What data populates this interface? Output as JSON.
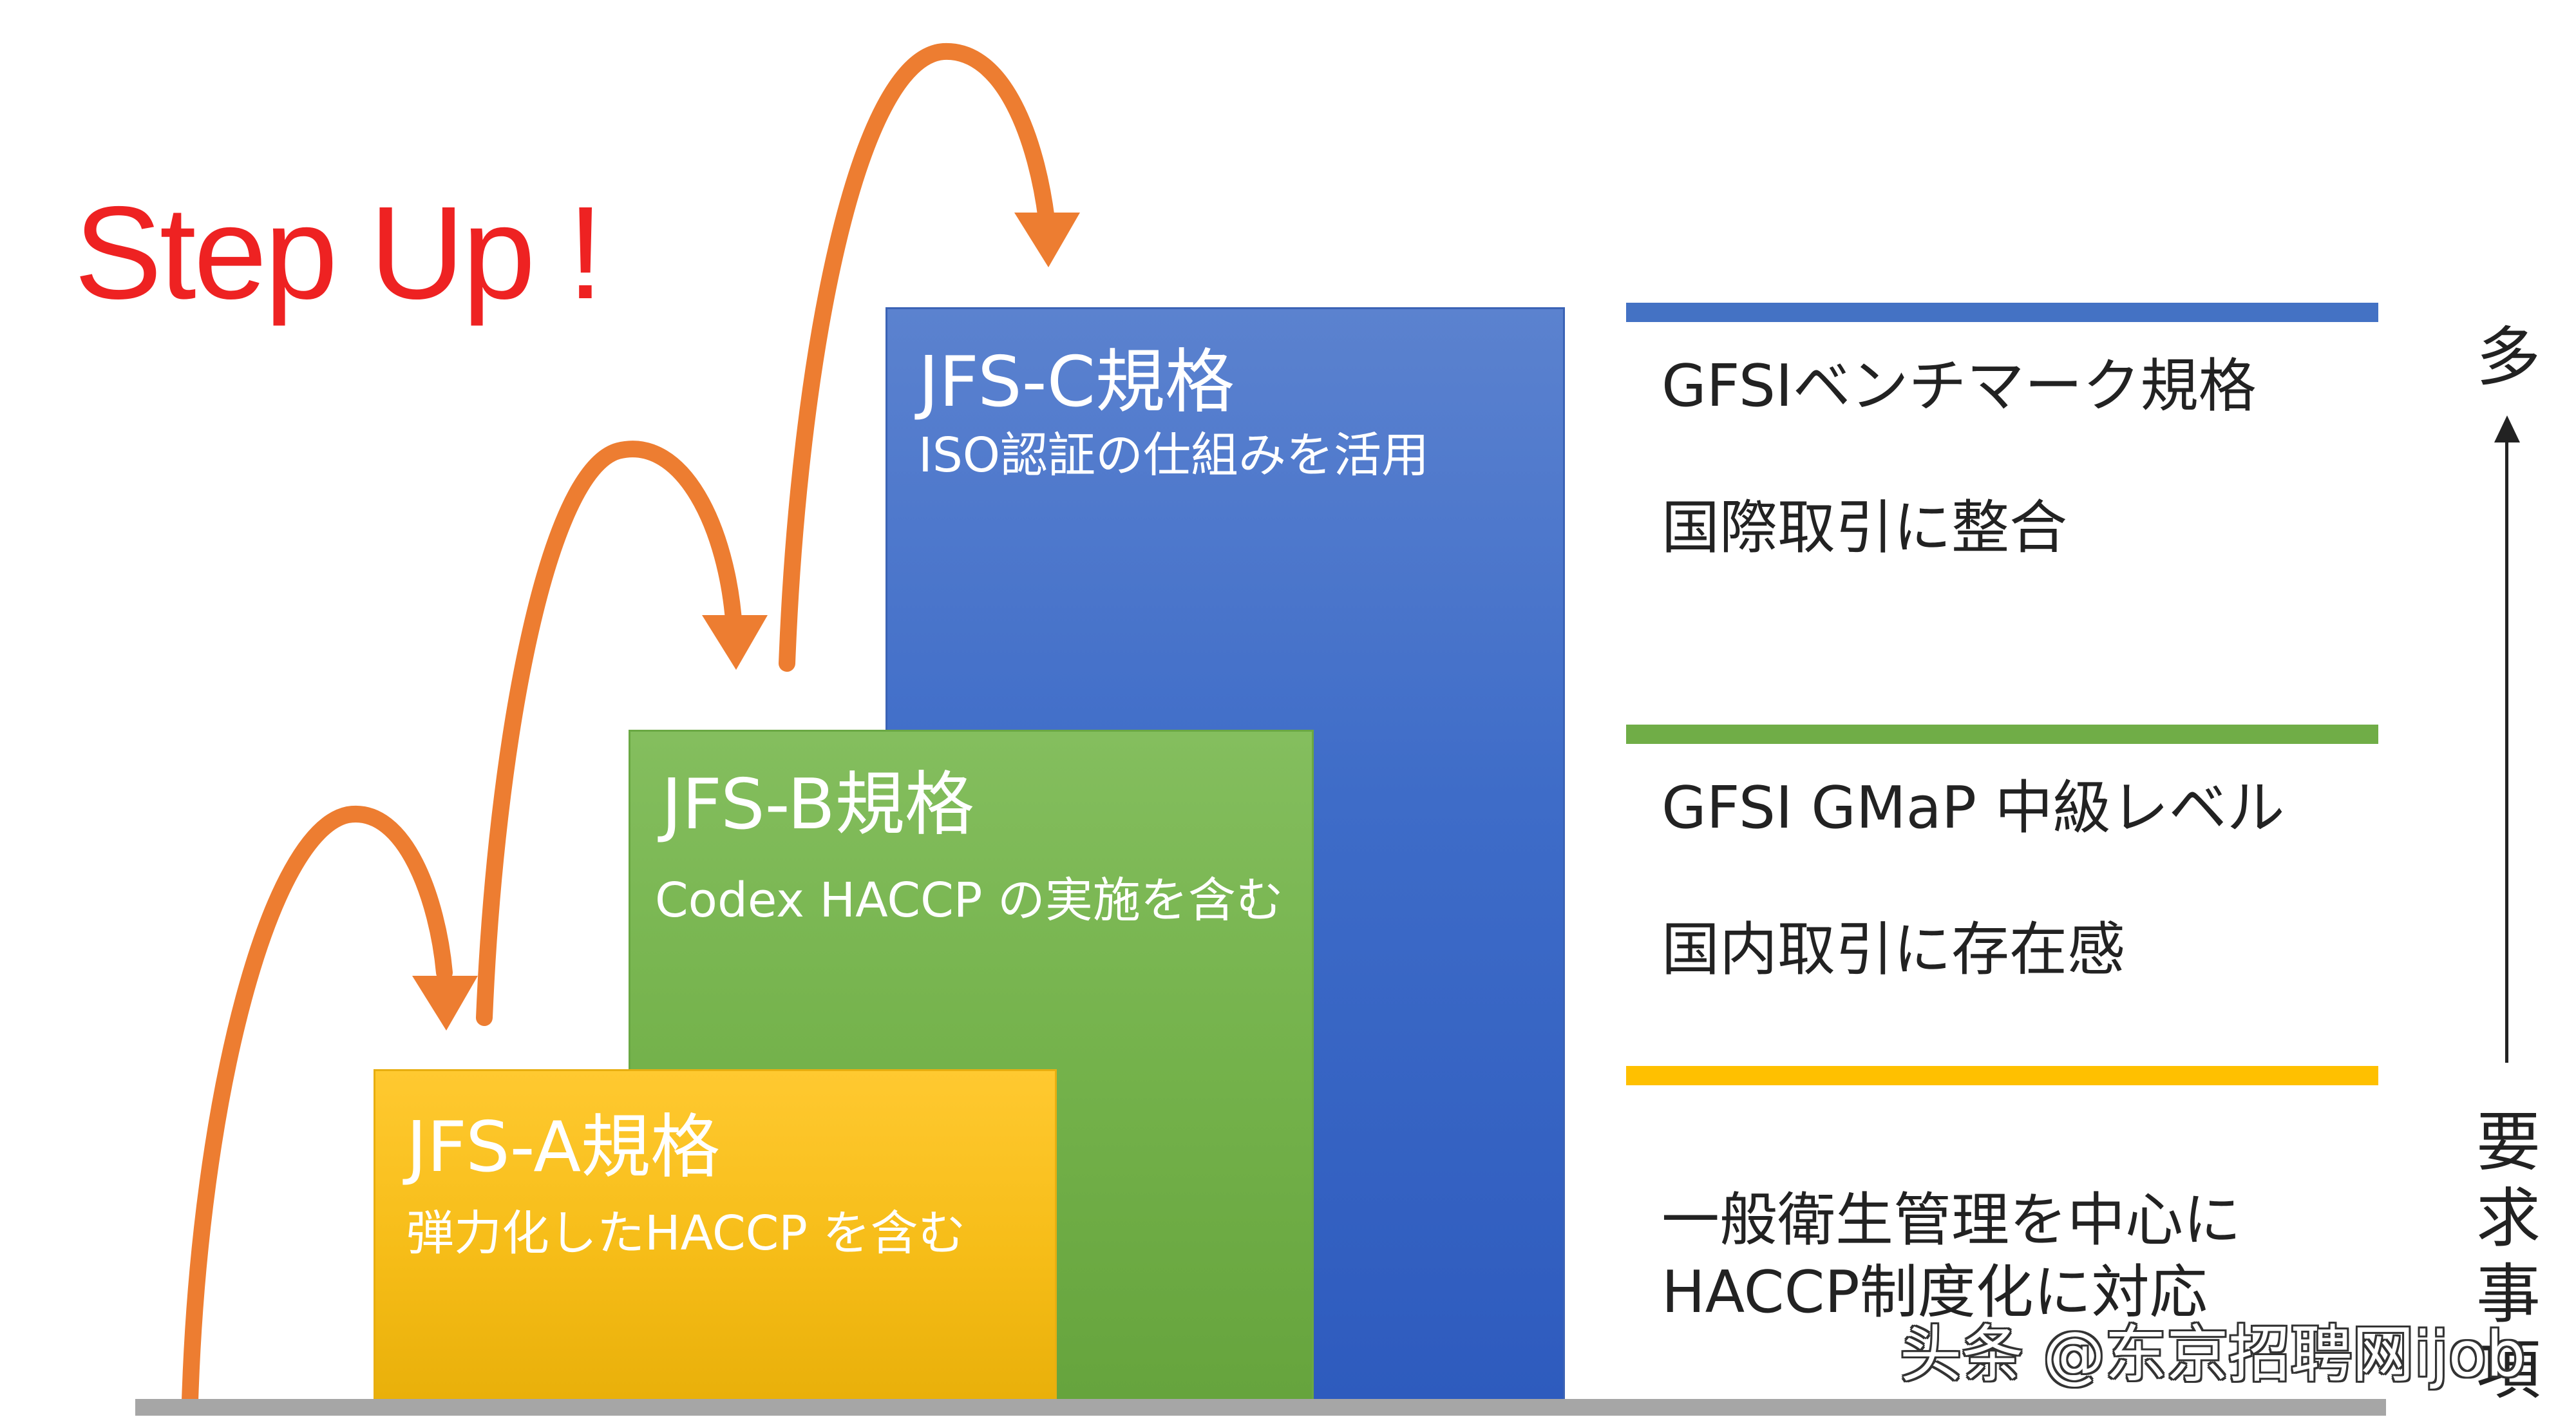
{
  "title": "Step Up !",
  "colors": {
    "title_red": "#ee2222",
    "arrow_orange": "#ed7d31",
    "level_c_blue": "#4472c4",
    "level_b_green": "#70ad47",
    "level_a_yellow": "#ffc000"
  },
  "levels": [
    {
      "id": "c",
      "title": "JFS-C規格",
      "subtitle": "ISO認証の仕組みを活用"
    },
    {
      "id": "b",
      "title": "JFS-B規格",
      "subtitle": "Codex HACCP の実施を含む"
    },
    {
      "id": "a",
      "title": "JFS-A規格",
      "subtitle": "弾力化したHACCP を含む"
    }
  ],
  "right_panel": {
    "c": {
      "line1": "GFSIベンチマーク規格",
      "line2": "国際取引に整合"
    },
    "b": {
      "line1": "GFSI GMaP 中級レベル",
      "line2": "国内取引に存在感"
    },
    "a": {
      "line1": "一般衛生管理を中心に",
      "line2": "HACCP制度化に対応"
    }
  },
  "axis": {
    "top_label": "多",
    "bottom_label": "要求事項"
  },
  "watermark": "头条 @东京招聘网ijob"
}
